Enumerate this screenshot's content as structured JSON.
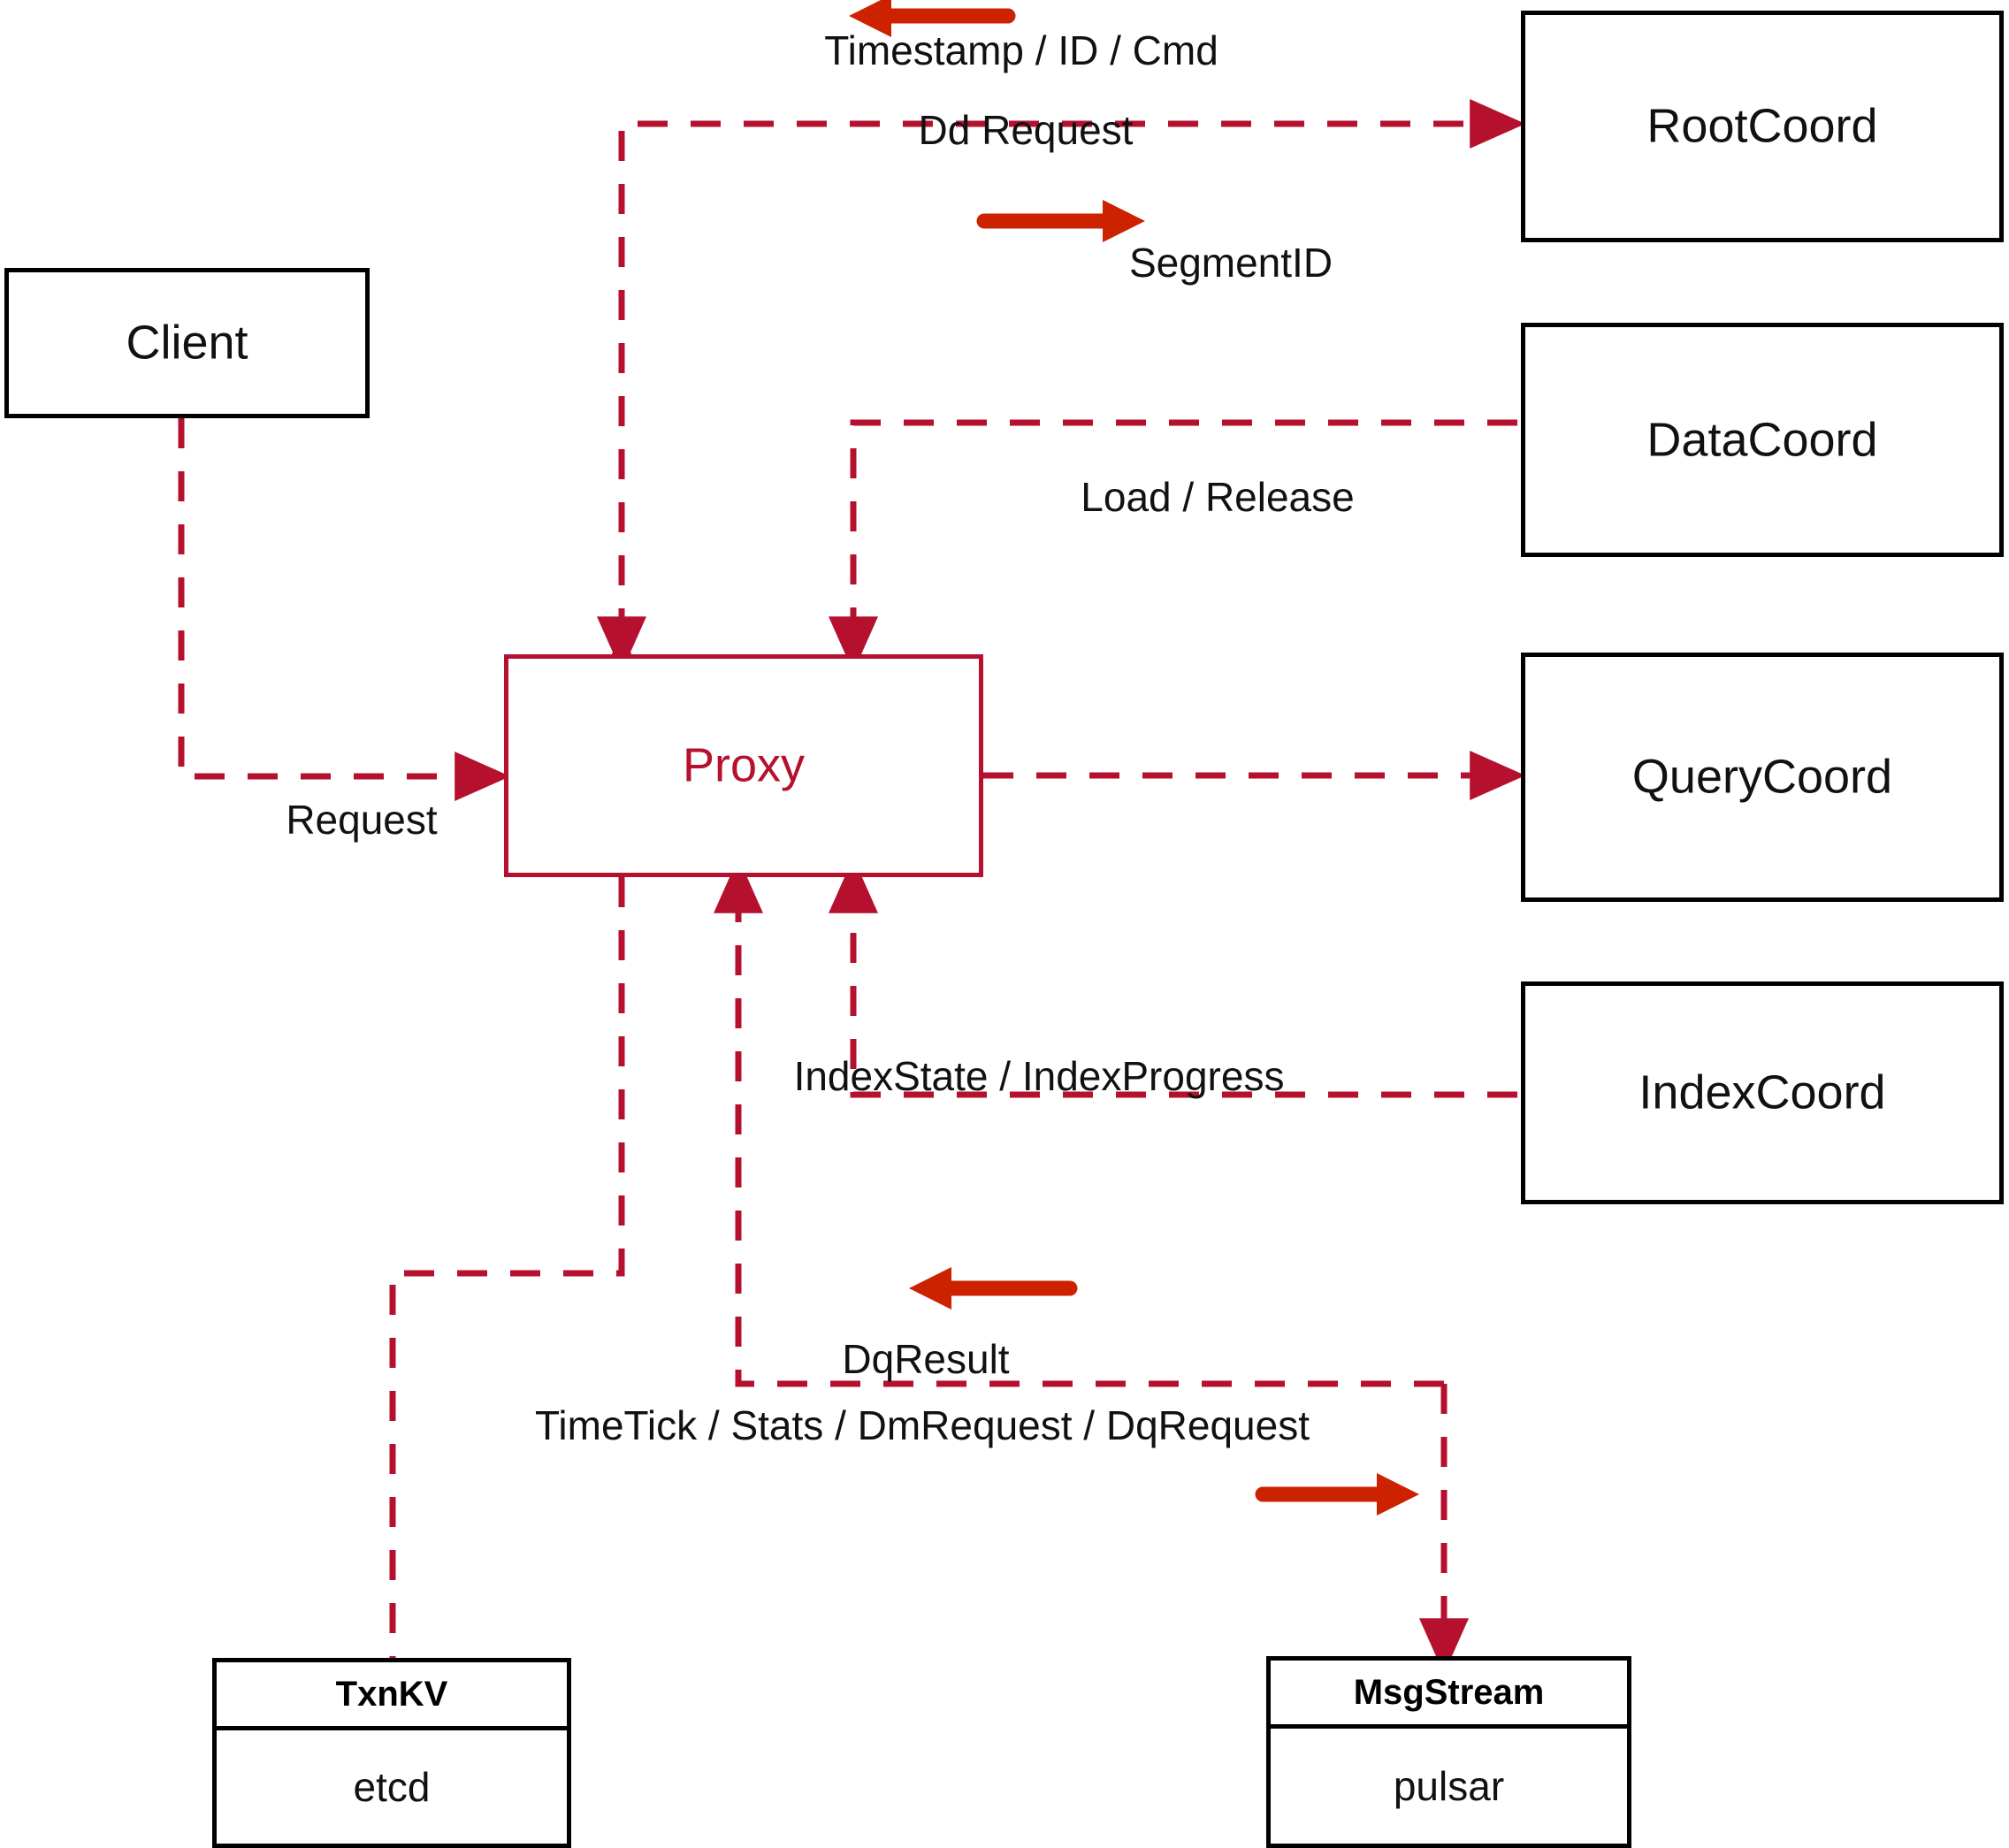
{
  "diagram": {
    "title": "Milvus Proxy interaction diagram",
    "colors": {
      "accent": "#B5112E",
      "arrow_bold": "#CC2200",
      "node_border": "#000000",
      "background": "#FFFFFF"
    },
    "nodes": {
      "client": {
        "label": "Client"
      },
      "proxy": {
        "label": "Proxy"
      },
      "rootcoord": {
        "label": "RootCoord"
      },
      "datacoord": {
        "label": "DataCoord"
      },
      "querycoord": {
        "label": "QueryCoord"
      },
      "indexcoord": {
        "label": "IndexCoord"
      },
      "txnkv": {
        "header": "TxnKV",
        "body": "etcd"
      },
      "msgstream": {
        "header": "MsgStream",
        "body": "pulsar"
      }
    },
    "edge_labels": {
      "timestamp_id_cmd": "Timestamp / ID / Cmd",
      "dd_request": "Dd Request",
      "segment_id": "SegmentID",
      "request": "Request",
      "load_release": "Load / Release",
      "index_state_progress": "IndexState / IndexProgress",
      "dq_result": "DqResult",
      "msgstream_flows": "TimeTick / Stats / DmRequest / DqRequest"
    }
  }
}
